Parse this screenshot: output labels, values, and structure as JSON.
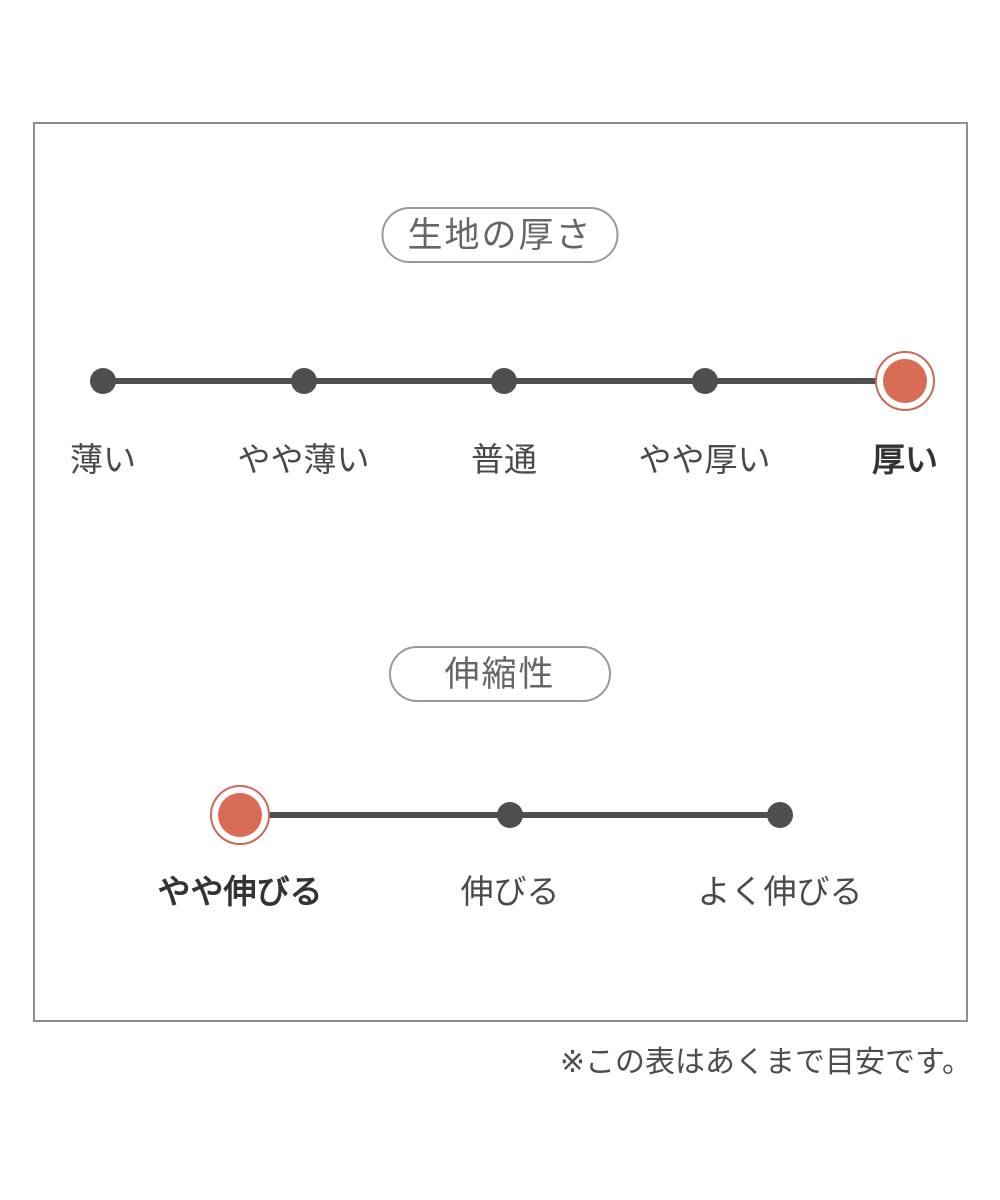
{
  "colors": {
    "accent": "#d96c55",
    "accent_ring": "#c96a55",
    "line": "#4f4f4f",
    "dot": "#4f4f4f",
    "label": "#4a4a4a",
    "label_selected": "#333333",
    "pill_border": "#999999",
    "pill_text": "#666666",
    "frame_border": "#8e8e8e",
    "footnote": "#4d4d4d"
  },
  "chart_data": [
    {
      "type": "scale",
      "title": "生地の厚さ",
      "categories": [
        "薄い",
        "やや薄い",
        "普通",
        "やや厚い",
        "厚い"
      ],
      "selected": "厚い",
      "selected_index": 4
    },
    {
      "type": "scale",
      "title": "伸縮性",
      "categories": [
        "やや伸びる",
        "伸びる",
        "よく伸びる"
      ],
      "selected": "やや伸びる",
      "selected_index": 0
    }
  ],
  "footnote": "※この表はあくまで目安です。"
}
